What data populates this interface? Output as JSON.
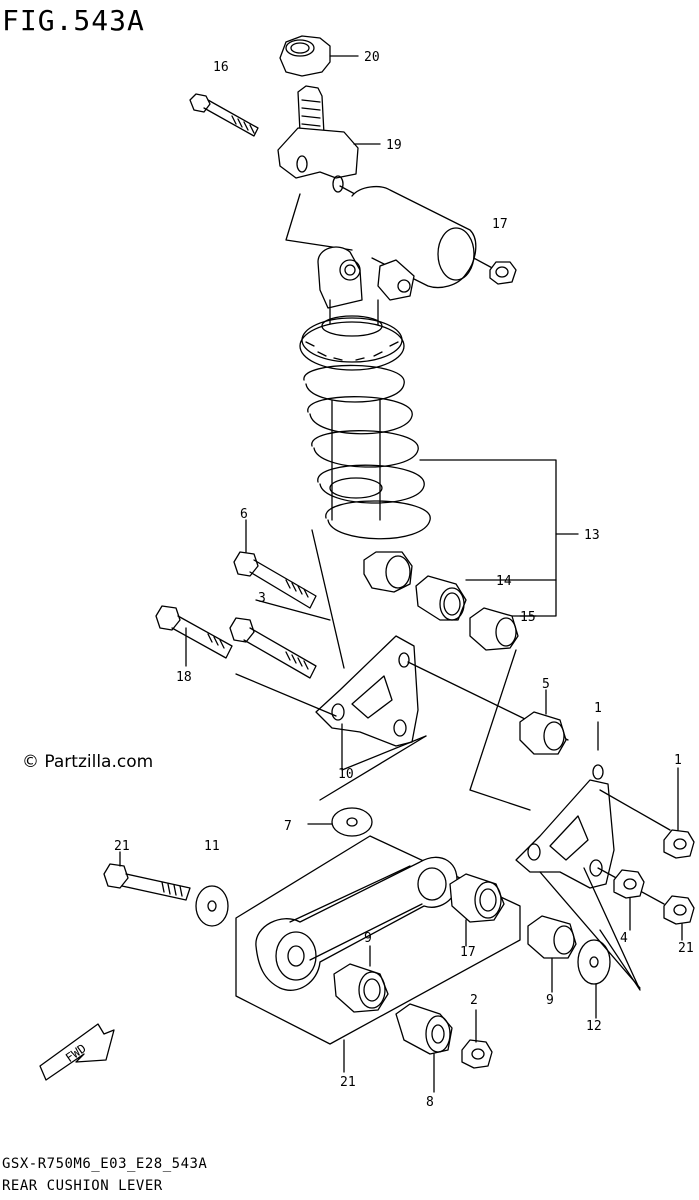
{
  "figure": {
    "title": "FIG.543A",
    "watermark": "© Partzilla.com",
    "code": "GSX-R750M6_E03_E28_543A",
    "name": "REAR CUSHION LEVER"
  },
  "callouts": [
    "20",
    "16",
    "19",
    "17",
    "13",
    "14",
    "15",
    "6",
    "3",
    "18",
    "5",
    "1",
    "1",
    "7",
    "21",
    "11",
    "21",
    "4",
    "17",
    "9",
    "9",
    "2",
    "12",
    "21",
    "8",
    "10"
  ],
  "fwd_label": "FWD"
}
